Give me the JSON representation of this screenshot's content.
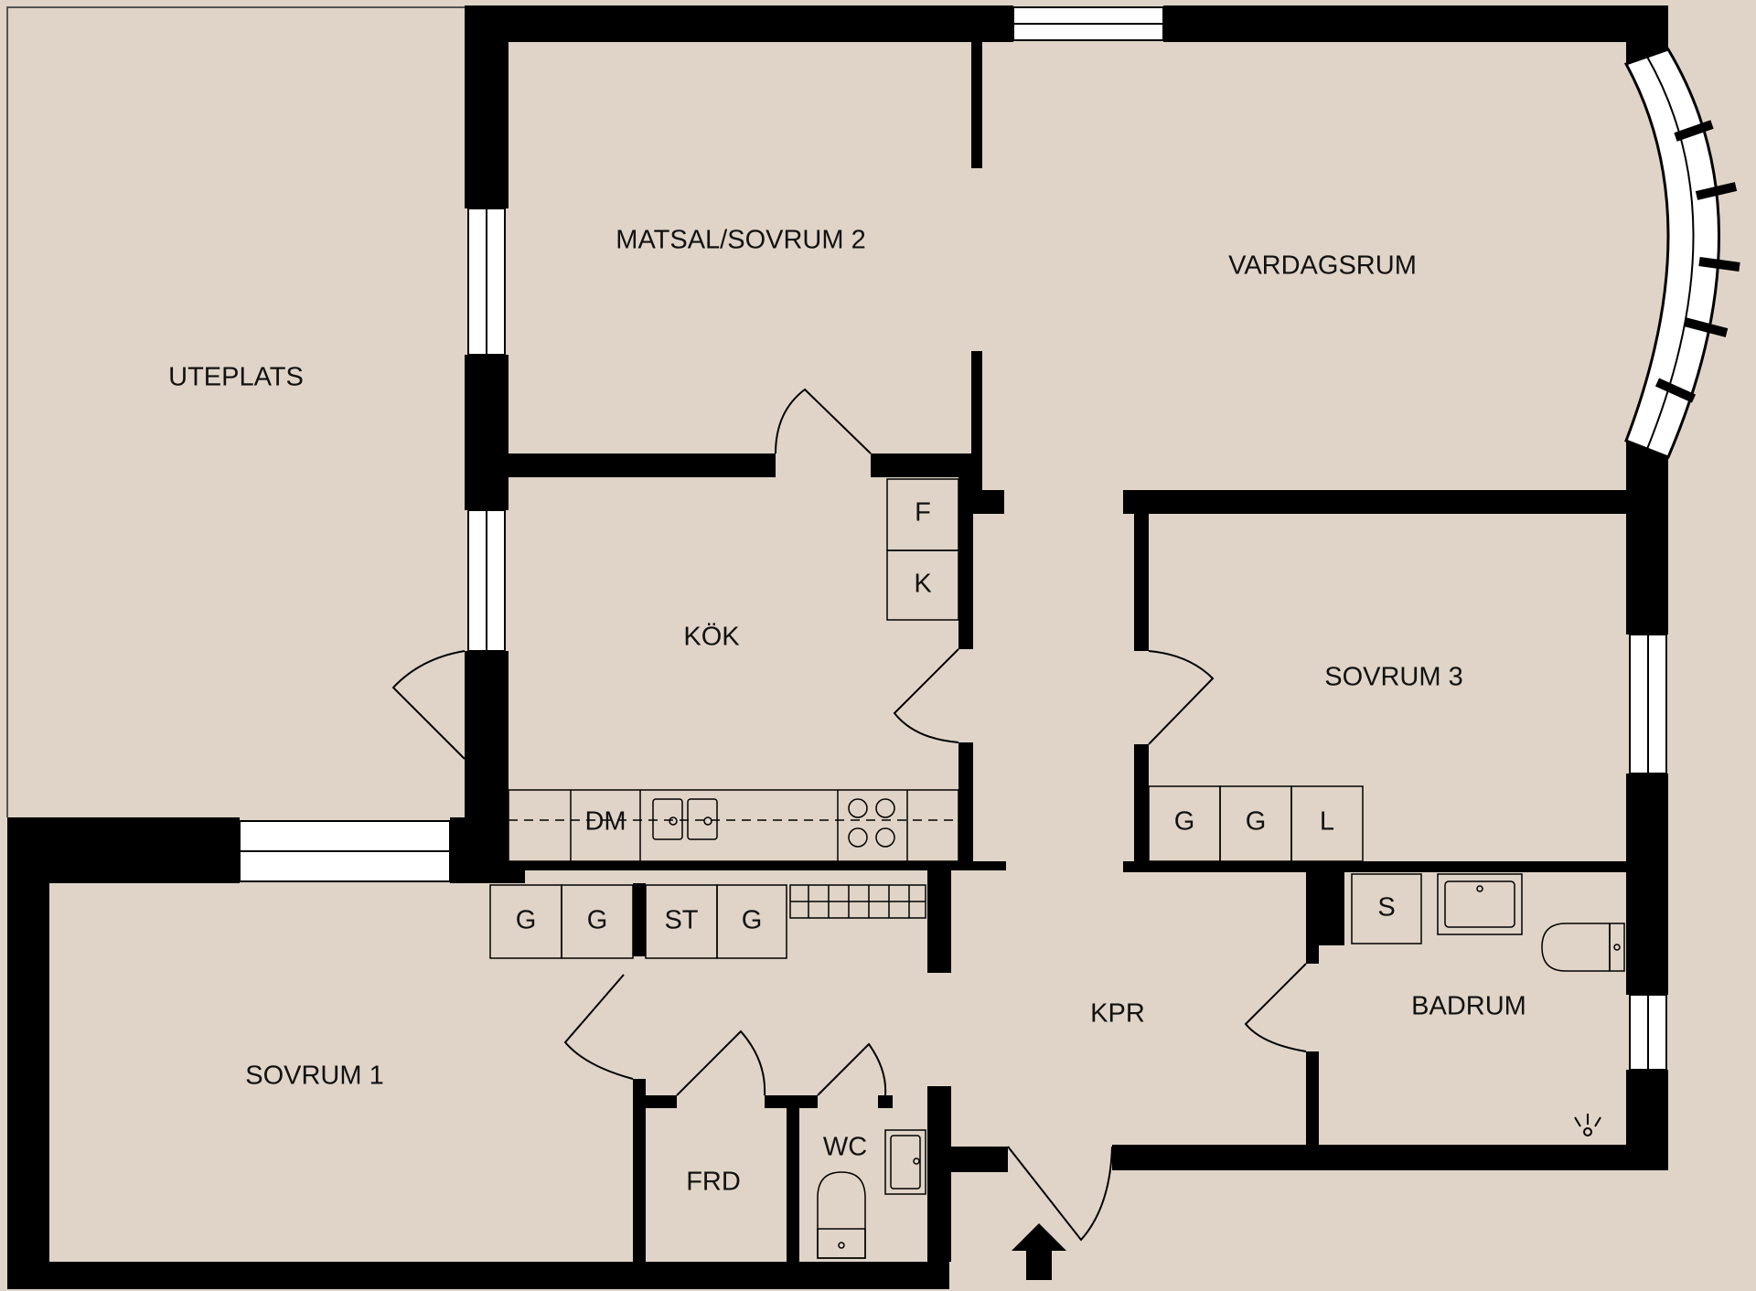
{
  "colors": {
    "background": "#dfd4c7",
    "wall": "#000000",
    "window": "#ffffff",
    "text": "#111111"
  },
  "rooms": {
    "uteplats": "UTEPLATS",
    "matsal": "MATSAL/SOVRUM 2",
    "vardagsrum": "VARDAGSRUM",
    "kok": "KÖK",
    "sovrum3": "SOVRUM 3",
    "sovrum1": "SOVRUM 1",
    "kpr": "KPR",
    "badrum": "BADRUM",
    "frd": "FRD",
    "wc": "WC"
  },
  "appliances": {
    "fridge": "F",
    "freezer": "K",
    "dishwasher": "DM",
    "wardrobe_g": "G",
    "linen": "L",
    "storage": "ST",
    "shower": "S"
  },
  "icons": {
    "entrance": "entrance-arrow-icon",
    "ceiling_light": "ceiling-light-icon",
    "stove": "stove-icon",
    "sink": "sink-icon",
    "toilet": "toilet-icon"
  }
}
